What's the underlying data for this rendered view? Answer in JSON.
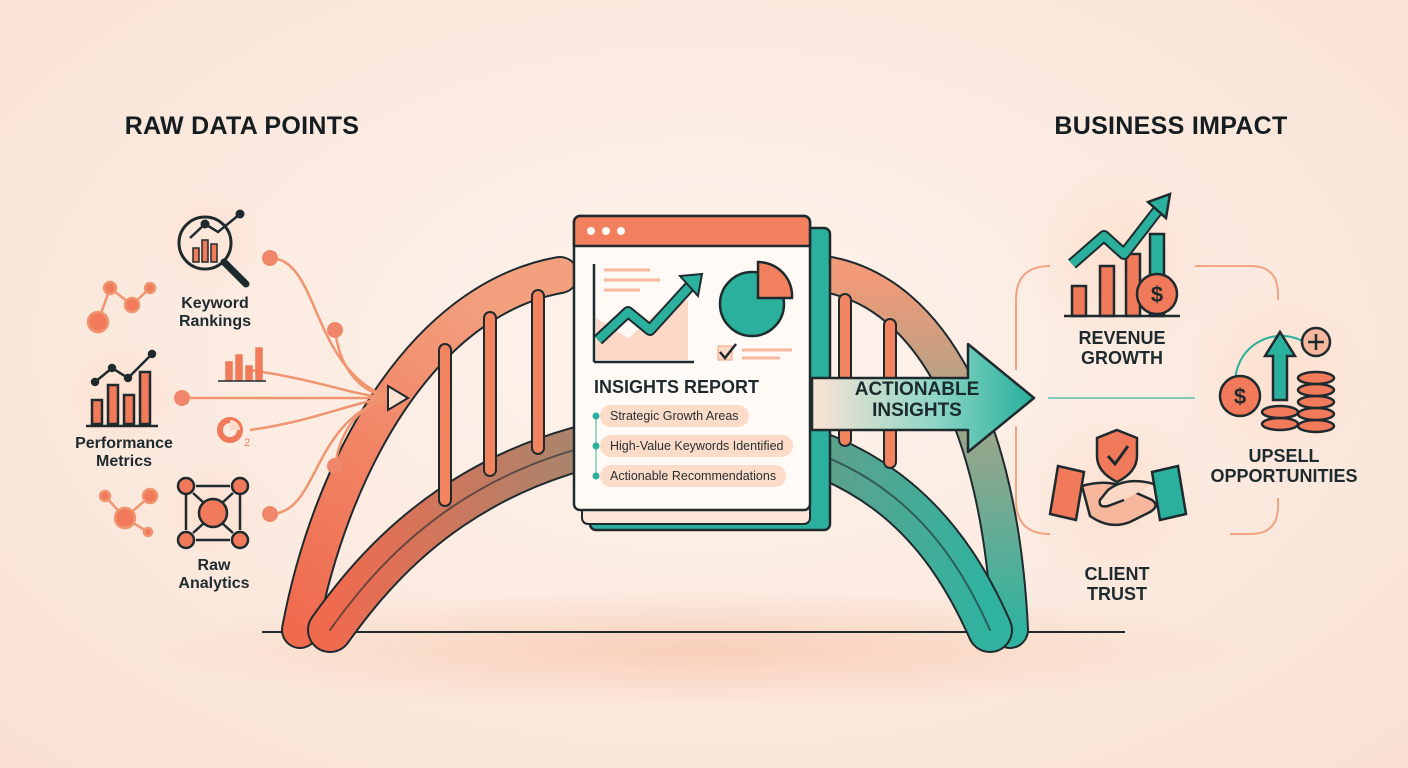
{
  "left": {
    "heading": "RAW DATA POINTS",
    "sources": [
      {
        "line1": "Keyword",
        "line2": "Rankings",
        "icon": "magnifier-chart-icon"
      },
      {
        "line1": "Performance",
        "line2": "Metrics",
        "icon": "bar-line-chart-icon"
      },
      {
        "line1": "Raw",
        "line2": "Analytics",
        "icon": "network-nodes-icon"
      }
    ]
  },
  "center": {
    "report_title": "INSIGHTS REPORT",
    "bullets": [
      "Strategic Growth Areas",
      "High-Value Keywords Identified",
      "Actionable Recommendations"
    ],
    "arrow_line1": "ACTIONABLE",
    "arrow_line2": "INSIGHTS"
  },
  "right": {
    "heading": "BUSINESS IMPACT",
    "outcomes": [
      {
        "line1": "REVENUE",
        "line2": "GROWTH",
        "icon": "revenue-growth-icon"
      },
      {
        "line1": "UPSELL",
        "line2": "OPPORTUNITIES",
        "icon": "coin-stack-arrow-icon"
      },
      {
        "line1": "CLIENT",
        "line2": "TRUST",
        "icon": "handshake-shield-icon"
      }
    ]
  },
  "colors": {
    "coral": "#f07a5a",
    "teal": "#2db3a0",
    "ink": "#1f2a2e",
    "cream": "#fdf3ec"
  }
}
